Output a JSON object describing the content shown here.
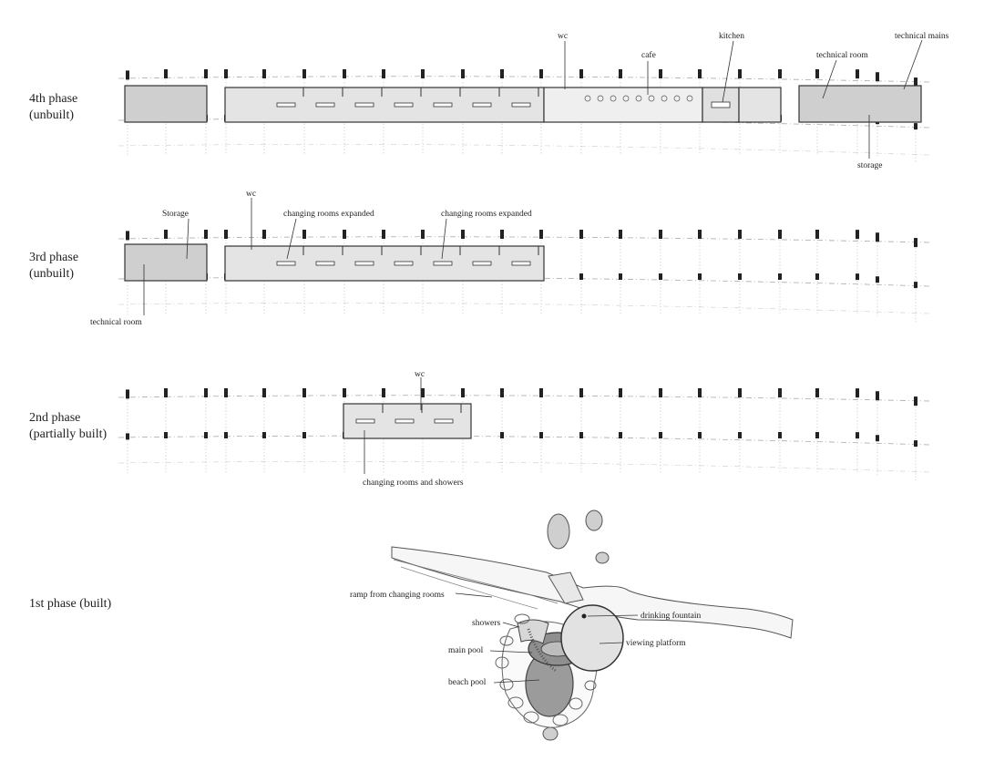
{
  "phases": [
    {
      "line1": "4th phase",
      "line2": "(unbuilt)"
    },
    {
      "line1": "3rd phase",
      "line2": "(unbuilt)"
    },
    {
      "line1": "2nd phase",
      "line2": "(partially built)"
    },
    {
      "line1": "1st phase (built)",
      "line2": ""
    }
  ],
  "labels": {
    "p4": {
      "wc": "wc",
      "cafe": "cafe",
      "kitchen": "kitchen",
      "technical_room": "technical room",
      "technical_mains": "technical mains",
      "storage": "storage"
    },
    "p3": {
      "storage": "Storage",
      "wc": "wc",
      "changing_1": "changing rooms expanded",
      "changing_2": "changing rooms expanded",
      "technical_room": "technical room"
    },
    "p2": {
      "wc": "wc",
      "changing_showers": "changing rooms and showers"
    },
    "p1": {
      "ramp": "ramp from changing rooms",
      "showers": "showers",
      "main_pool": "main pool",
      "beach_pool": "beach pool",
      "drinking_fountain": "drinking fountain",
      "viewing_platform": "viewing platform"
    }
  }
}
